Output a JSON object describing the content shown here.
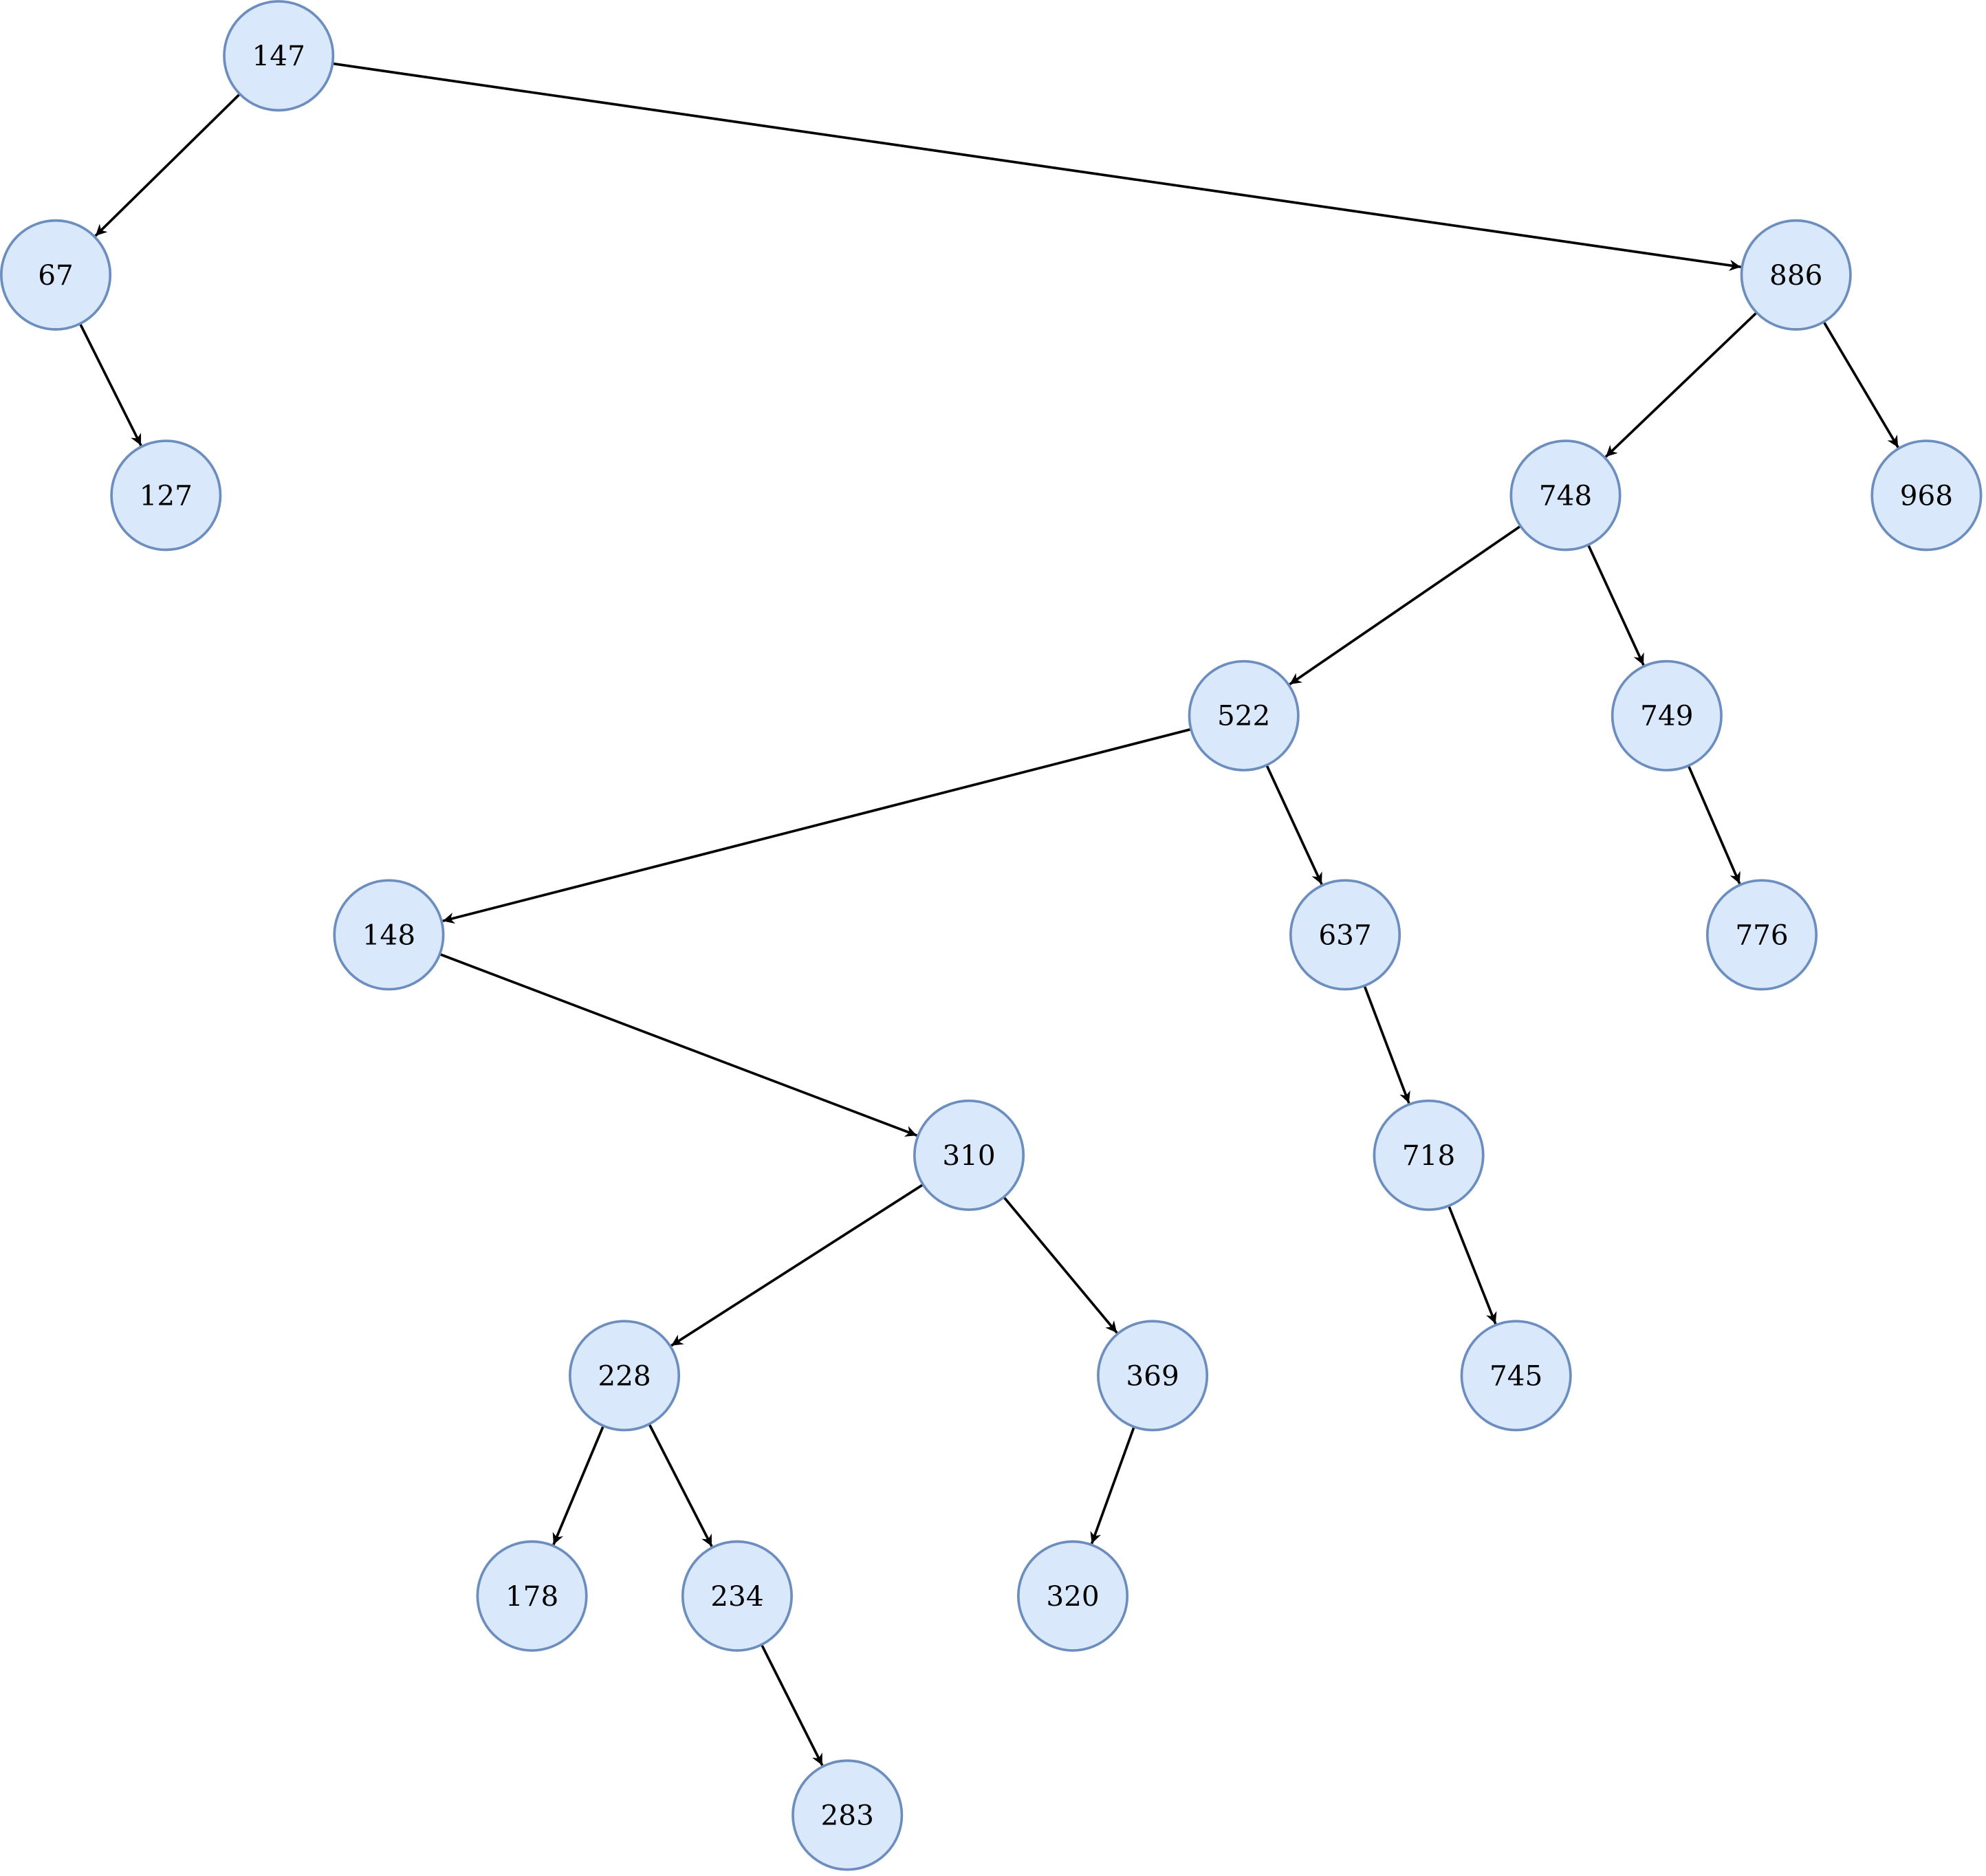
{
  "diagram": {
    "type": "binary-search-tree",
    "colors": {
      "node_fill": "#dae8fc",
      "node_stroke": "#6c8ebf",
      "edge": "#000000"
    },
    "nodes": [
      "147",
      "67",
      "127",
      "886",
      "748",
      "968",
      "522",
      "749",
      "148",
      "637",
      "776",
      "310",
      "718",
      "228",
      "369",
      "745",
      "178",
      "234",
      "320",
      "283"
    ],
    "edges": [
      [
        "147",
        "67"
      ],
      [
        "147",
        "886"
      ],
      [
        "67",
        "127"
      ],
      [
        "886",
        "748"
      ],
      [
        "886",
        "968"
      ],
      [
        "748",
        "522"
      ],
      [
        "748",
        "749"
      ],
      [
        "522",
        "148"
      ],
      [
        "522",
        "637"
      ],
      [
        "749",
        "776"
      ],
      [
        "148",
        "310"
      ],
      [
        "637",
        "718"
      ],
      [
        "310",
        "228"
      ],
      [
        "310",
        "369"
      ],
      [
        "718",
        "745"
      ],
      [
        "228",
        "178"
      ],
      [
        "228",
        "234"
      ],
      [
        "369",
        "320"
      ],
      [
        "234",
        "283"
      ]
    ]
  }
}
